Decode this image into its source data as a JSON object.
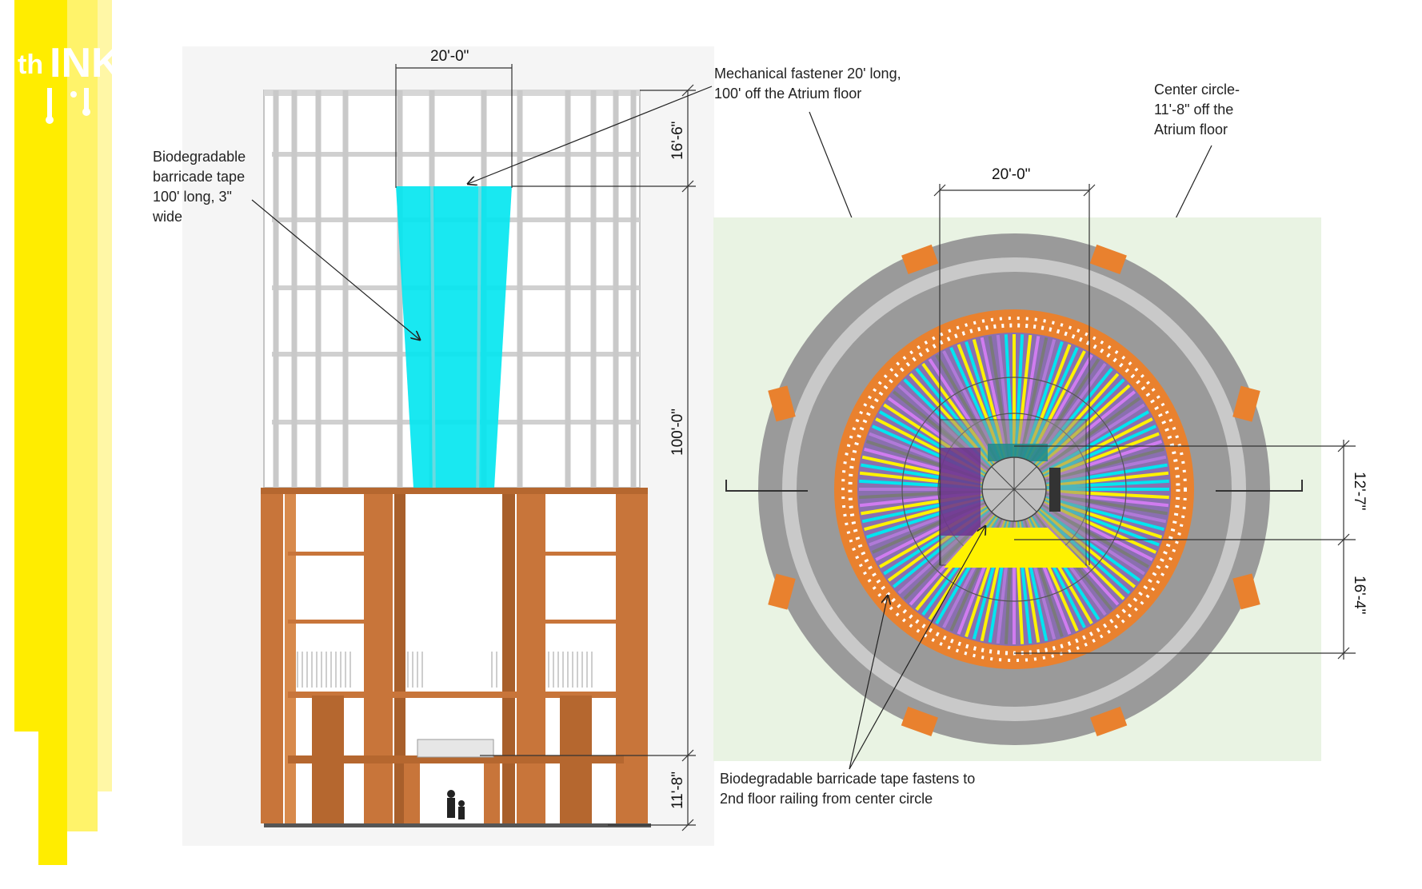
{
  "logo": {
    "text_th": "th",
    "text_ink": "INK"
  },
  "colors": {
    "yellow": "#ffed00",
    "yellow_light": "#fff36a",
    "cyan": "#00e5f0",
    "copper": "#c8753a",
    "green_bg": "#e9f3e3",
    "ring_gray": "#9a9a9a",
    "ring_light": "#cfcfcf",
    "orange_ring": "#e9812e"
  },
  "elevation": {
    "dim_top_width": "20'-0\"",
    "dim_top_gap": "16'-6\"",
    "dim_height": "100'-0\"",
    "dim_bottom": "11'-8\""
  },
  "plan": {
    "dim_width": "20'-0\"",
    "dim_upper": "12'-7\"",
    "dim_lower": "16'-4\""
  },
  "annotations": {
    "tape": [
      "Biodegradable",
      "barricade tape",
      "100' long, 3\"",
      "wide"
    ],
    "fastener": [
      "Mechanical fastener 20' long,",
      "100' off the Atrium floor"
    ],
    "center": [
      "Center circle-",
      "11'-8\" off the",
      "Atrium floor"
    ],
    "railing": [
      "Biodegradable barricade tape fastens to",
      "2nd floor railing from center circle"
    ]
  }
}
